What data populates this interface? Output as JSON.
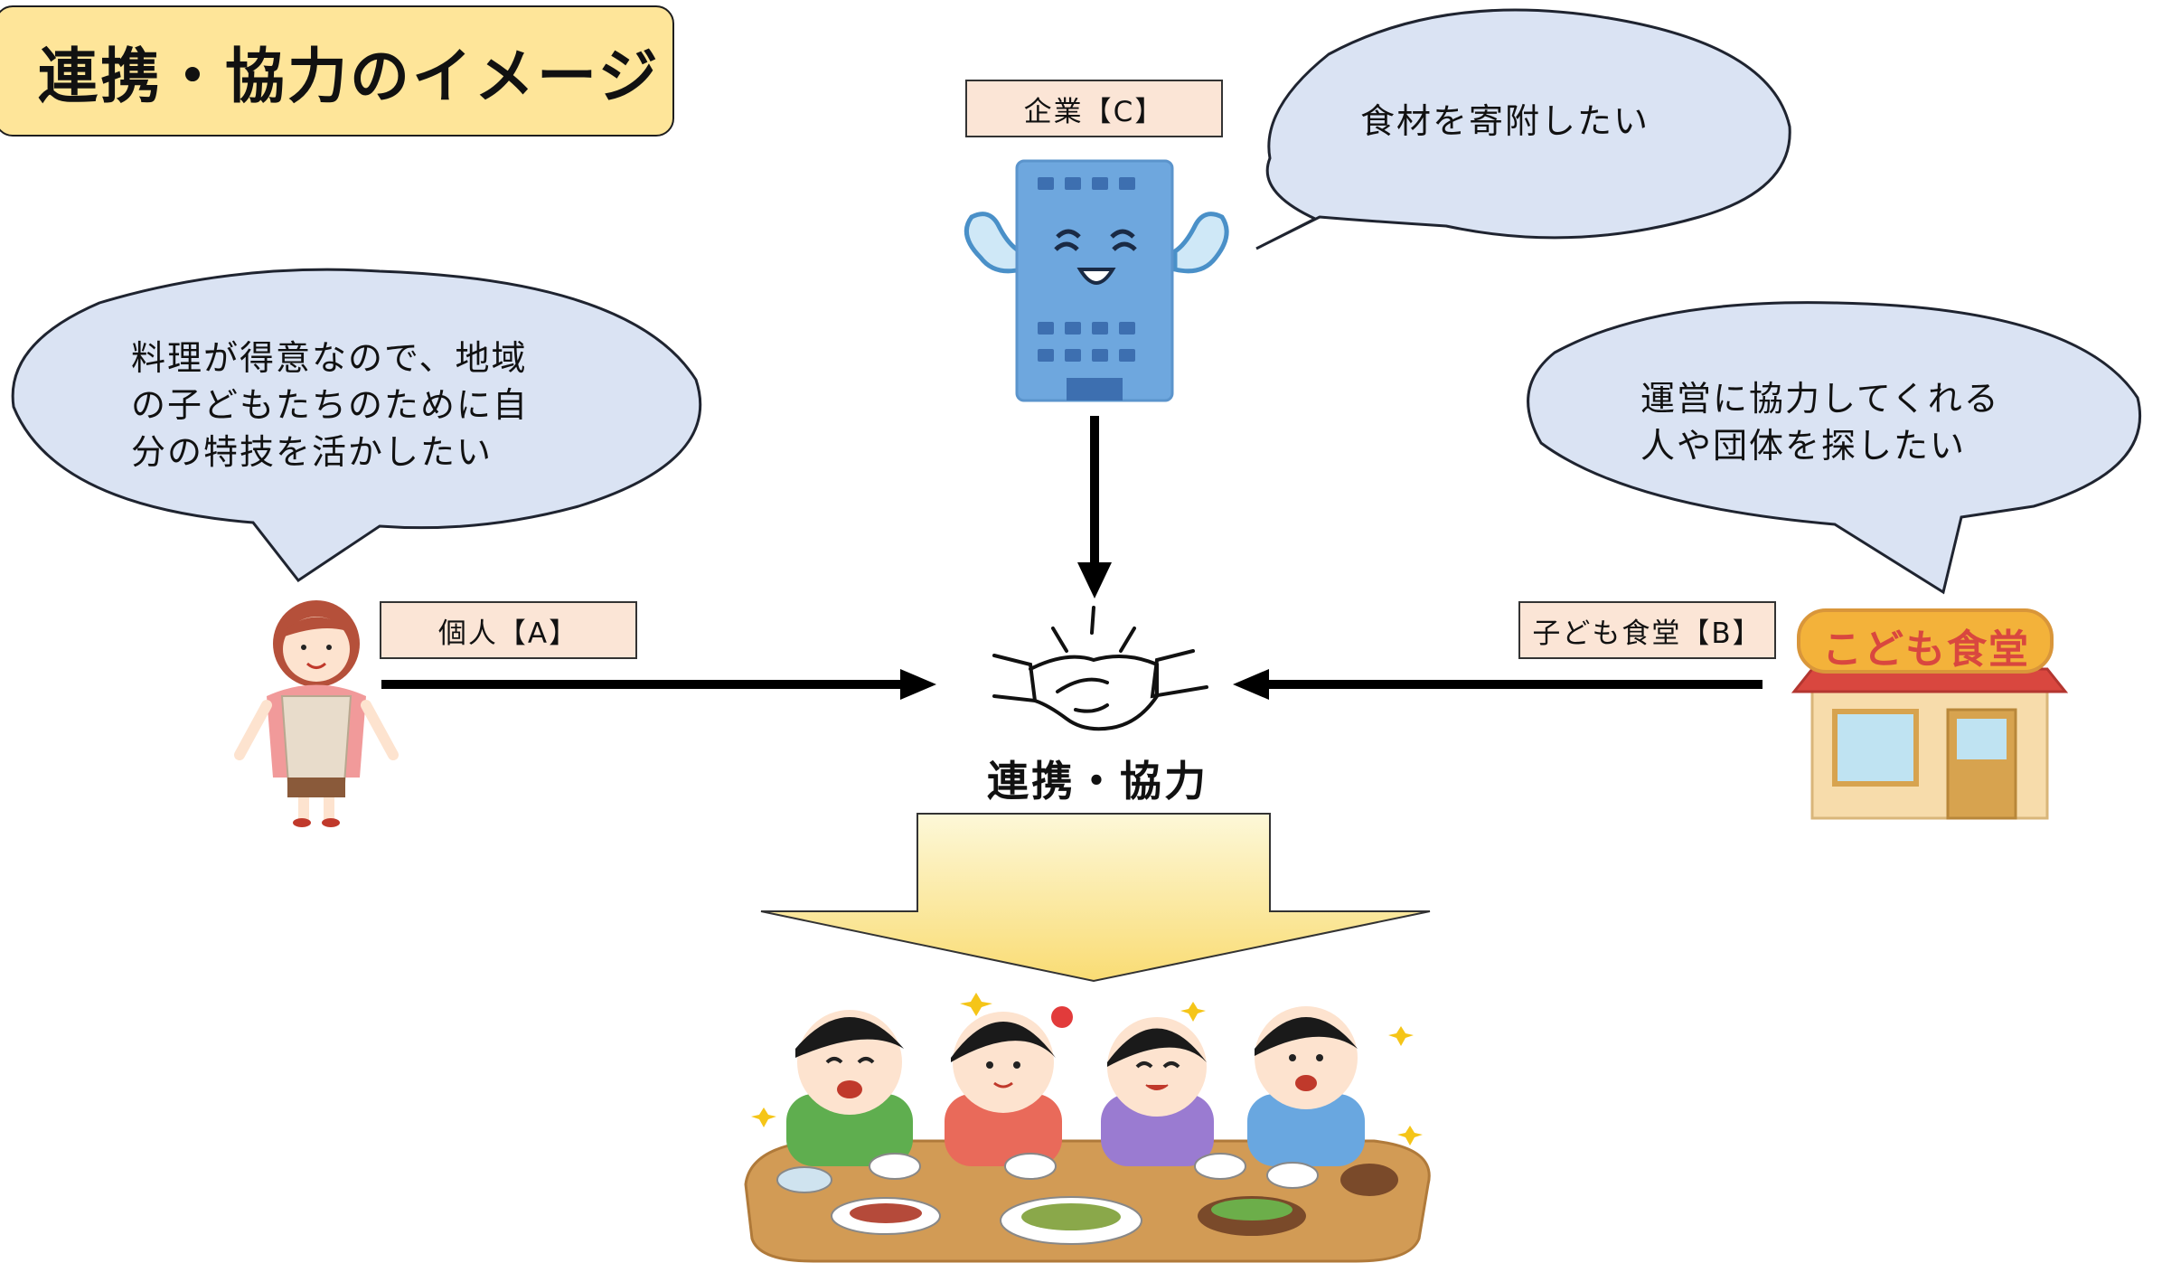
{
  "title": "連携・協力のイメージ",
  "nodes": {
    "company": {
      "label": "企業【C】",
      "speech": [
        "食材を寄附したい"
      ],
      "icon": "office-building-character-icon"
    },
    "individual": {
      "label": "個人【A】",
      "speech": [
        "料理が得意なので、地域",
        "の子どもたちのために自",
        "分の特技を活かしたい"
      ],
      "icon": "woman-in-apron-icon"
    },
    "cafeteria": {
      "label": "子ども食堂【B】",
      "speech": [
        "運営に協力してくれる",
        "人や団体を探したい"
      ],
      "icon": "kodomo-shokudo-building-icon",
      "sign_text": "こども食堂"
    }
  },
  "center": {
    "label": "連携・協力",
    "icon": "handshake-icon"
  },
  "result": {
    "icon": "children-eating-together-icon"
  },
  "colors": {
    "title_bg": "#fee599",
    "label_bg": "#fbe5d6",
    "bubble_fill": "#dae3f3",
    "bubble_stroke": "#1f2430",
    "result_arrow_top": "#fdf8d8",
    "result_arrow_bottom": "#f9dc74"
  }
}
